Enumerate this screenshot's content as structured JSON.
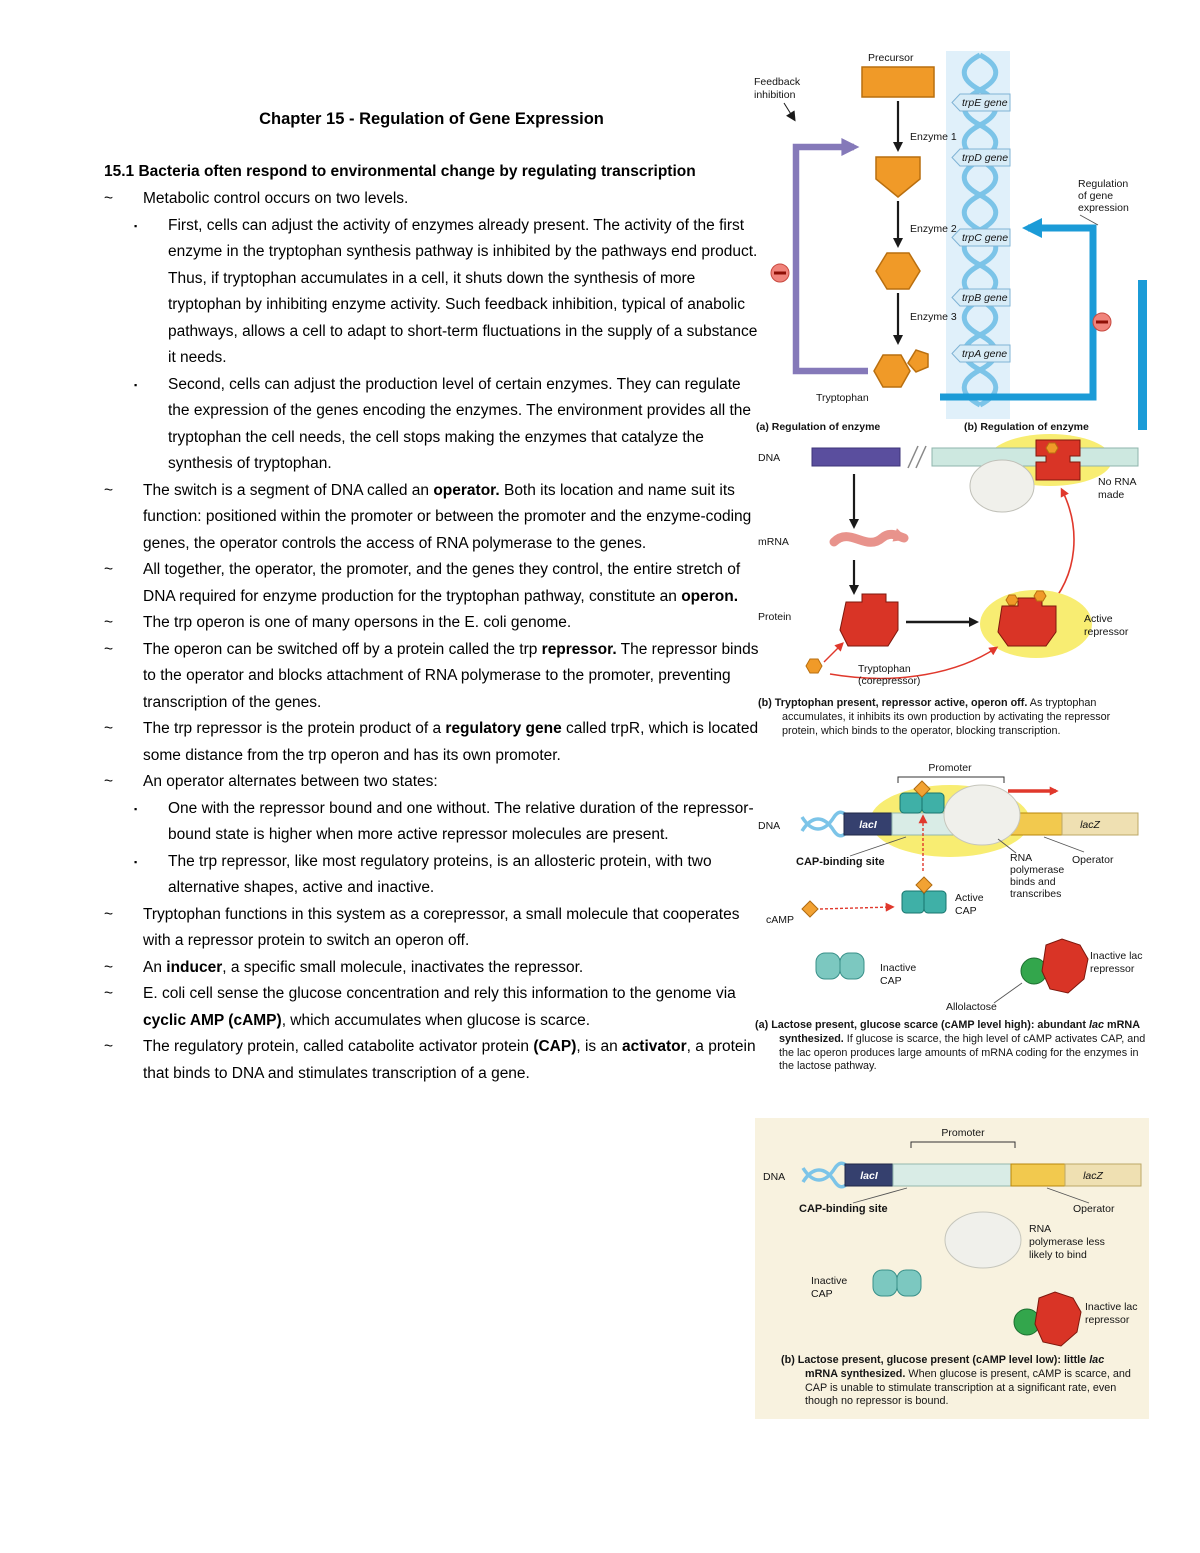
{
  "page": {
    "title": "Chapter 15 - Regulation of Gene Expression",
    "heading": "15.1 Bacteria often respond to environmental change by regulating transcription",
    "markers": {
      "l1": "~",
      "l2": "▪"
    }
  },
  "bullets": [
    {
      "level": 1,
      "segments": [
        {
          "text": "Metabolic control occurs on two levels.",
          "bold": false
        }
      ]
    },
    {
      "level": 2,
      "segments": [
        {
          "text": "First, cells can adjust the activity of enzymes already present. The activity of the first enzyme in the tryptophan synthesis pathway is inhibited by the pathways end product. Thus, if tryptophan accumulates in a cell, it shuts down the synthesis of more tryptophan by inhibiting enzyme activity.  Such feedback inhibition, typical of anabolic pathways, allows a cell to adapt to short-term fluctuations in the supply of a substance it needs.",
          "bold": false
        }
      ]
    },
    {
      "level": 2,
      "segments": [
        {
          "text": "Second, cells can adjust the production level of certain enzymes. They can regulate the expression of the genes encoding the enzymes. The environment provides all the tryptophan the cell needs, the cell stops making the enzymes that catalyze the synthesis of tryptophan.",
          "bold": false
        }
      ]
    },
    {
      "level": 1,
      "segments": [
        {
          "text": "The switch is a segment of DNA called an ",
          "bold": false
        },
        {
          "text": "operator.",
          "bold": true
        },
        {
          "text": " Both its location and name suit its function: positioned within the promoter or between the promoter and the enzyme-coding genes, the operator controls the access of RNA polymerase to the genes.",
          "bold": false
        }
      ]
    },
    {
      "level": 1,
      "segments": [
        {
          "text": "All together, the operator, the promoter, and the genes they control, the entire stretch of DNA required for enzyme production for the tryptophan pathway, constitute an ",
          "bold": false
        },
        {
          "text": "operon.",
          "bold": true
        }
      ]
    },
    {
      "level": 1,
      "segments": [
        {
          "text": "The trp operon is one of many opersons in the E. coli genome.",
          "bold": false
        }
      ]
    },
    {
      "level": 1,
      "segments": [
        {
          "text": "The operon can be switched off by a protein called the trp ",
          "bold": false
        },
        {
          "text": "repressor.",
          "bold": true
        },
        {
          "text": " The repressor binds to the operator and blocks attachment of RNA polymerase to the promoter, preventing transcription of the genes.",
          "bold": false
        }
      ]
    },
    {
      "level": 1,
      "segments": [
        {
          "text": "The trp repressor is the protein product of a ",
          "bold": false
        },
        {
          "text": "regulatory gene",
          "bold": true
        },
        {
          "text": " called trpR, which is located some distance from the trp operon and has its own promoter.",
          "bold": false
        }
      ]
    },
    {
      "level": 1,
      "segments": [
        {
          "text": "An operator alternates between two states:",
          "bold": false
        }
      ]
    },
    {
      "level": 2,
      "segments": [
        {
          "text": "One with the repressor bound and one without. The relative duration of the repressor-bound state is higher when more active repressor molecules are present.",
          "bold": false
        }
      ]
    },
    {
      "level": 2,
      "segments": [
        {
          "text": "The trp repressor, like most regulatory proteins, is an allosteric protein, with two alternative shapes, active and inactive.",
          "bold": false
        }
      ]
    },
    {
      "level": 1,
      "segments": [
        {
          "text": "Tryptophan functions in this system as a corepressor, a small molecule that cooperates with a repressor protein to switch an operon off.",
          "bold": false
        }
      ]
    },
    {
      "level": 1,
      "segments": [
        {
          "text": "An ",
          "bold": false
        },
        {
          "text": "inducer",
          "bold": true
        },
        {
          "text": ", a specific small molecule, inactivates the repressor.",
          "bold": false
        }
      ]
    },
    {
      "level": 1,
      "segments": [
        {
          "text": "E. coli cell sense the glucose concentration and rely this information to the genome via ",
          "bold": false
        },
        {
          "text": "cyclic AMP (cAMP)",
          "bold": true
        },
        {
          "text": ", which accumulates when glucose is scarce.",
          "bold": false
        }
      ]
    },
    {
      "level": 1,
      "segments": [
        {
          "text": "The regulatory protein, called catabolite activator protein ",
          "bold": false
        },
        {
          "text": "(CAP)",
          "bold": true
        },
        {
          "text": ", is an ",
          "bold": false
        },
        {
          "text": "activator",
          "bold": true
        },
        {
          "text": ", a protein that binds to DNA and stimulates transcription of a gene.",
          "bold": false
        }
      ]
    }
  ],
  "fig_trp_pathway": {
    "precursor": "Precursor",
    "feedback": [
      "Feedback",
      "inhibition"
    ],
    "enzyme1": "Enzyme 1",
    "enzyme2": "Enzyme 2",
    "enzyme3": "Enzyme 3",
    "tryptophan": "Tryptophan",
    "genes": [
      "trpE gene",
      "trpD gene",
      "trpC gene",
      "trpB gene",
      "trpA gene"
    ],
    "regulation": [
      "Regulation",
      "of gene",
      "expression"
    ],
    "caption_a": "(a) Regulation of enzyme",
    "caption_b": "(b) Regulation of enzyme"
  },
  "fig_trp_operon": {
    "dna": "DNA",
    "mrna": "mRNA",
    "protein": "Protein",
    "no_rna": [
      "No RNA",
      "made"
    ],
    "active_repressor": [
      "Active",
      "repressor"
    ],
    "tryptophan_corepressor": [
      "Tryptophan",
      "(corepressor)"
    ],
    "caption": [
      {
        "text": "(b) Tryptophan present, repressor active, operon off.",
        "bold": true
      },
      {
        "text": " As tryptophan accumulates, it inhibits its own production by activating the repressor protein, which binds to the operator, blocking transcription.",
        "bold": false
      }
    ]
  },
  "fig_lac_high": {
    "promoter": "Promoter",
    "dna": "DNA",
    "lacI": "lacI",
    "lacZ": "lacZ",
    "cap_binding": "CAP-binding site",
    "operator": "Operator",
    "rna_pol": [
      "RNA",
      "polymerase",
      "binds and",
      "transcribes"
    ],
    "camp": "cAMP",
    "active_cap": [
      "Active",
      "CAP"
    ],
    "inactive_cap": [
      "Inactive",
      "CAP"
    ],
    "allolactose": "Allolactose",
    "inactive_rep": [
      "Inactive lac",
      "repressor"
    ],
    "caption": [
      {
        "text": "(a) Lactose present, glucose scarce (cAMP level high): abundant ",
        "bold": true
      },
      {
        "text": "lac",
        "bold": true,
        "italic": true
      },
      {
        "text": " mRNA synthesized.",
        "bold": true
      },
      {
        "text": " If glucose is scarce, the high level of cAMP activates CAP, and the lac operon produces large amounts of mRNA coding for the enzymes in the lactose pathway.",
        "bold": false
      }
    ]
  },
  "fig_lac_low": {
    "promoter": "Promoter",
    "dna": "DNA",
    "lacI": "lacI",
    "lacZ": "lacZ",
    "cap_binding": "CAP-binding site",
    "operator": "Operator",
    "rna_pol": [
      "RNA",
      "polymerase less",
      "likely to bind"
    ],
    "inactive_cap": [
      "Inactive",
      "CAP"
    ],
    "inactive_rep": [
      "Inactive lac",
      "repressor"
    ],
    "caption": [
      {
        "text": "(b) Lactose present, glucose present (cAMP level low): little ",
        "bold": true
      },
      {
        "text": "lac",
        "bold": true,
        "italic": true
      },
      {
        "text": " mRNA synthesized.",
        "bold": true
      },
      {
        "text": " When glucose is present, cAMP is scarce, and CAP is unable to stimulate transcription at a significant rate, even though no repressor is bound.",
        "bold": false
      }
    ]
  },
  "colors": {
    "enzyme_orange": "#F09A28",
    "feedback_purple": "#8579B9",
    "regulation_blue": "#1B9BD7",
    "repressor_red": "#D93426",
    "dna_purple": "#5A4E9E",
    "operator_yellow": "#F2C94E",
    "cap_teal": "#3FB0A7",
    "inactive_cap_teal": "#7CC8C0",
    "allolactose_green": "#33A64C",
    "glow_yellow": "#F8ED72",
    "helix_blue": "#7CC4E8",
    "panel_beige": "#F8F2DF"
  }
}
